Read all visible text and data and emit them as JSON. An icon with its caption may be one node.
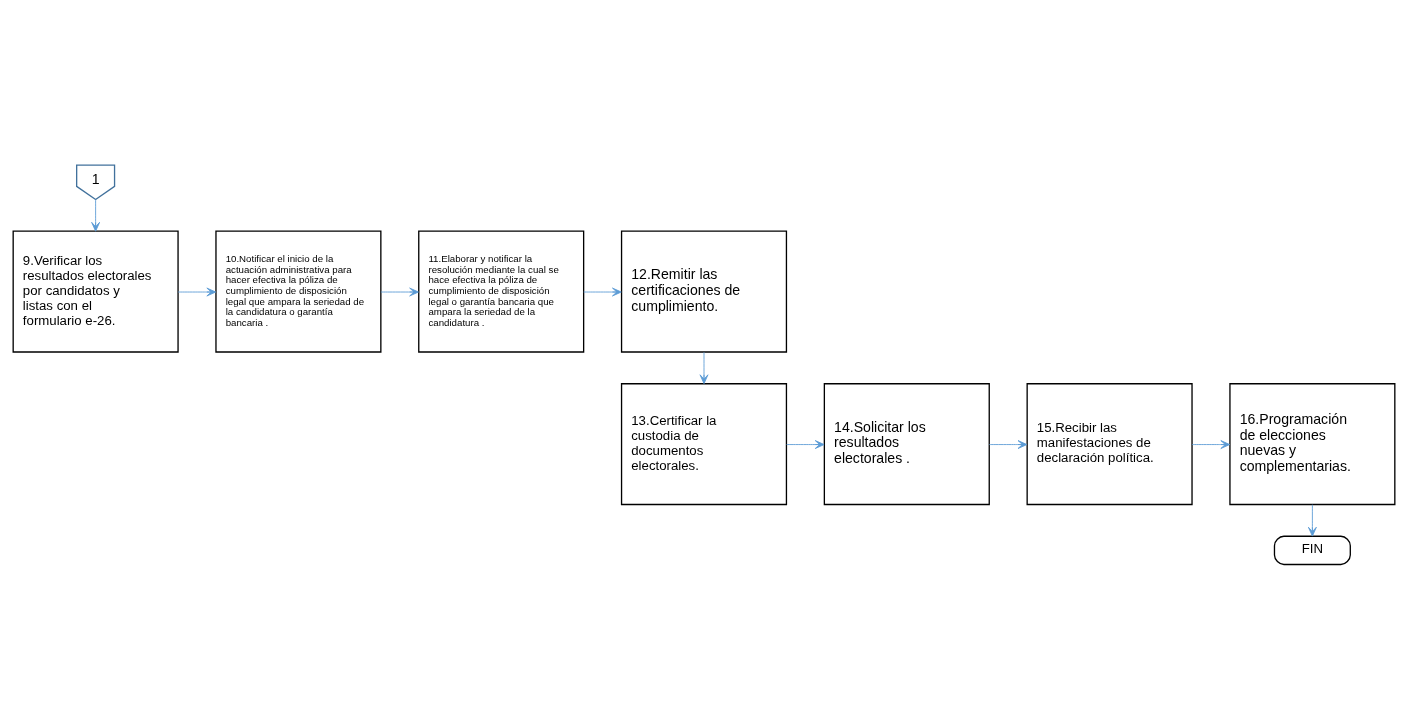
{
  "diagram": {
    "nodes": [
      {
        "text": [
          "1"
        ]
      },
      {
        "text": [
          "9.Verificar los resultados electorales por candidatos y listas con el formulario e-26."
        ]
      },
      {
        "text": [
          "10.Notificar el inicio de la actuación administrativa para hacer efectiva la póliza de cumplimiento de disposición legal que ampara la seriedad de la candidatura o garantía bancaria ."
        ]
      },
      {
        "text": [
          "11.Elaborar y notificar la resolución mediante la cual se hace efectiva la póliza de cumplimiento de disposición legal o garantía bancaria que ampara la seriedad de la candidatura ."
        ]
      },
      {
        "text": [
          "12.Remitir las certificaciones de cumplimiento."
        ]
      },
      {
        "text": [
          "13.Certificar la custodia de documentos electorales."
        ]
      },
      {
        "text": [
          "14.Solicitar los resultados electorales ."
        ]
      },
      {
        "text": [
          "15.Recibir las manifestaciones de declaración política."
        ]
      },
      {
        "text": [
          "16.Programación de elecciones nuevas y complementarias."
        ]
      },
      {
        "text": [
          "FIN"
        ]
      }
    ],
    "edges": [
      {
        "from": 0,
        "to": 1,
        "arrow": "to"
      },
      {
        "from": 1,
        "to": 2,
        "arrow": "to"
      },
      {
        "from": 2,
        "to": 3,
        "arrow": "to"
      },
      {
        "from": 3,
        "to": 4,
        "arrow": "to"
      },
      {
        "from": 4,
        "to": 5,
        "arrow": "to"
      },
      {
        "from": 5,
        "to": 6,
        "arrow": "to"
      },
      {
        "from": 6,
        "to": 7,
        "arrow": "to"
      },
      {
        "from": 7,
        "to": 8,
        "arrow": "to"
      },
      {
        "from": 8,
        "to": 9,
        "arrow": "to"
      }
    ]
  }
}
